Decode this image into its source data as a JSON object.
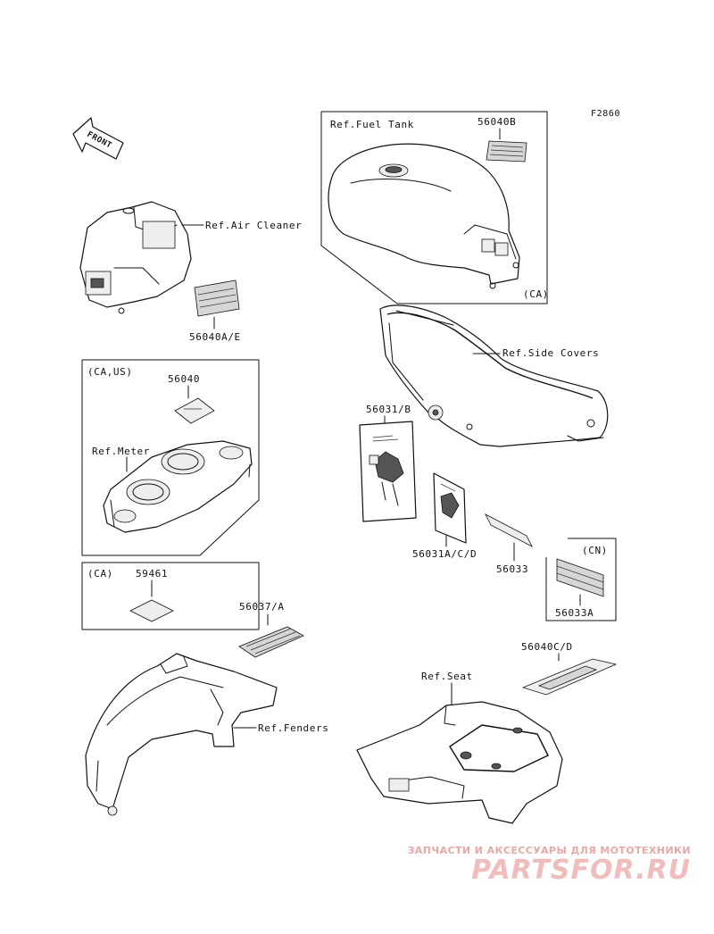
{
  "figure_code": "F2860",
  "front_label": "FRONT",
  "refs": {
    "fuel_tank": "Ref.Fuel Tank",
    "air_cleaner": "Ref.Air Cleaner",
    "side_covers": "Ref.Side Covers",
    "meter": "Ref.Meter",
    "fenders": "Ref.Fenders",
    "seat": "Ref.Seat"
  },
  "region_tags": {
    "ca_fuel": "(CA)",
    "ca_us": "(CA,US)",
    "ca_box": "(CA)",
    "cn": "(CN)"
  },
  "parts": {
    "p56040B": "56040B",
    "p56040AE": "56040A/E",
    "p56040": "56040",
    "p59461": "59461",
    "p56031B": "56031/B",
    "p56031ACD": "56031A/C/D",
    "p56033": "56033",
    "p56033A": "56033A",
    "p56037A": "56037/A",
    "p56040CD": "56040C/D"
  },
  "watermark": {
    "subtitle": "ЗАПЧАСТИ И АКСЕССУАРЫ ДЛЯ МОТОТЕХНИКИ",
    "brand": "PARTSFOR.RU"
  }
}
